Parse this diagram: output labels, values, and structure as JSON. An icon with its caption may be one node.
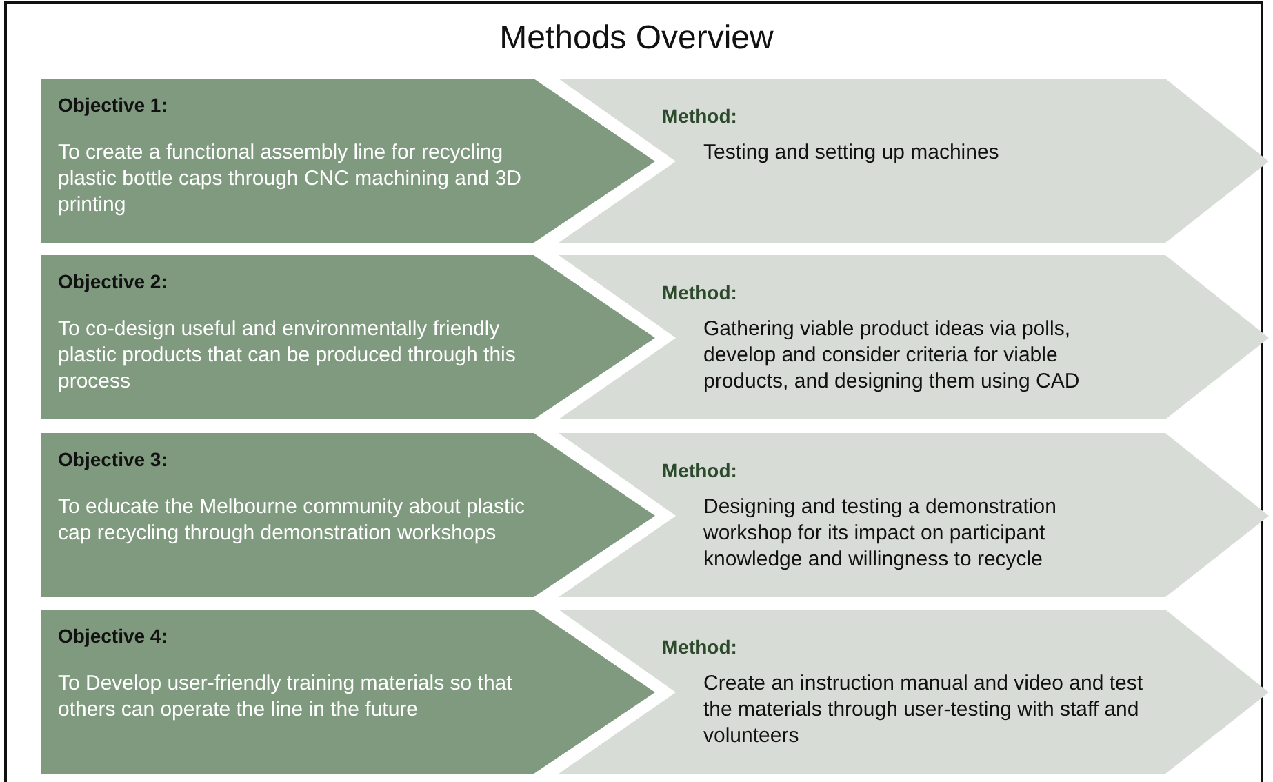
{
  "diagram": {
    "title": "Methods Overview",
    "nodes": [
      {
        "text": [
          "Objective 1:",
          "To create a functional assembly line for recycling plastic bottle caps through CNC machining and 3D printing"
        ]
      },
      {
        "text": [
          "Method:",
          "Testing and setting up machines"
        ]
      },
      {
        "text": [
          "Objective 2:",
          "To co-design useful and environmentally friendly plastic products that can be produced through this process"
        ]
      },
      {
        "text": [
          "Method:",
          "Gathering viable product ideas via polls, develop and consider criteria for viable products, and designing them using CAD"
        ]
      },
      {
        "text": [
          "Objective 3:",
          "To educate the Melbourne community about plastic cap recycling through demonstration workshops"
        ]
      },
      {
        "text": [
          "Method:",
          "Designing and testing a demonstration workshop for its impact on participant knowledge and willingness to recycle"
        ]
      },
      {
        "text": [
          "Objective 4:",
          "To Develop user-friendly training materials so that others can operate the line in the future"
        ]
      },
      {
        "text": [
          "Method:",
          "Create an instruction manual and video and test the materials through user-testing with staff and volunteers"
        ]
      }
    ]
  }
}
